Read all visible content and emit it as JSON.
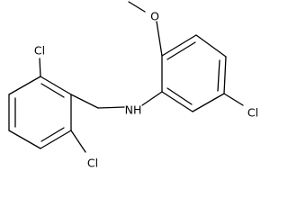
{
  "molecule": {
    "atoms": {
      "o_methoxy": "O",
      "nh": "NH",
      "cl_right": "Cl",
      "cl_top": "Cl",
      "cl_bottom": "Cl"
    },
    "bond_color": "#000000",
    "background": "#ffffff"
  }
}
